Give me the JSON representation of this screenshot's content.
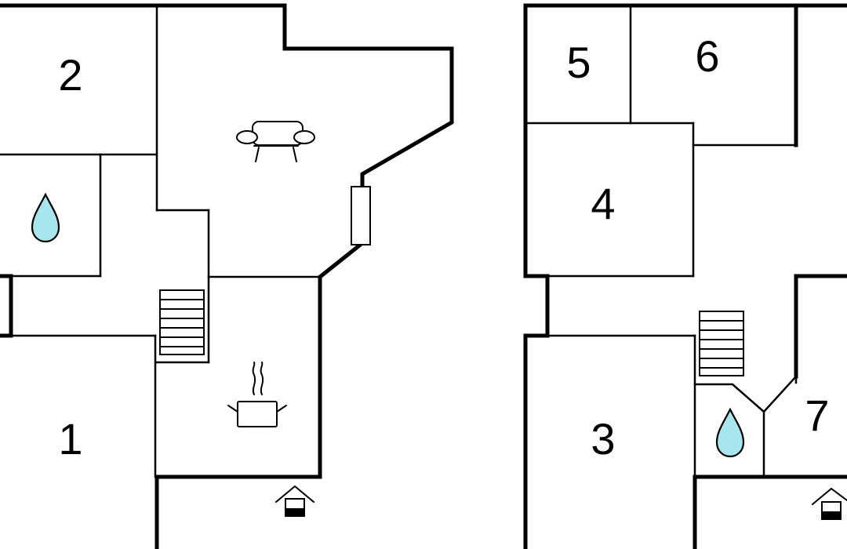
{
  "floors": [
    {
      "name": "left-floor",
      "rooms": [
        {
          "id": "room-1",
          "label": "1"
        },
        {
          "id": "room-2",
          "label": "2"
        }
      ],
      "icons": [
        "water-drop-icon",
        "sofa-icon",
        "cooking-pot-icon",
        "staircase-icon",
        "entrance-icon",
        "fireplace-icon"
      ]
    },
    {
      "name": "right-floor",
      "rooms": [
        {
          "id": "room-3",
          "label": "3"
        },
        {
          "id": "room-4",
          "label": "4"
        },
        {
          "id": "room-5",
          "label": "5"
        },
        {
          "id": "room-6",
          "label": "6"
        },
        {
          "id": "room-7",
          "label": "7"
        }
      ],
      "icons": [
        "water-drop-icon",
        "staircase-icon",
        "entrance-icon"
      ]
    }
  ],
  "colors": {
    "wall": "#000000",
    "water": "#a8e6ef",
    "background": "#ffffff"
  }
}
